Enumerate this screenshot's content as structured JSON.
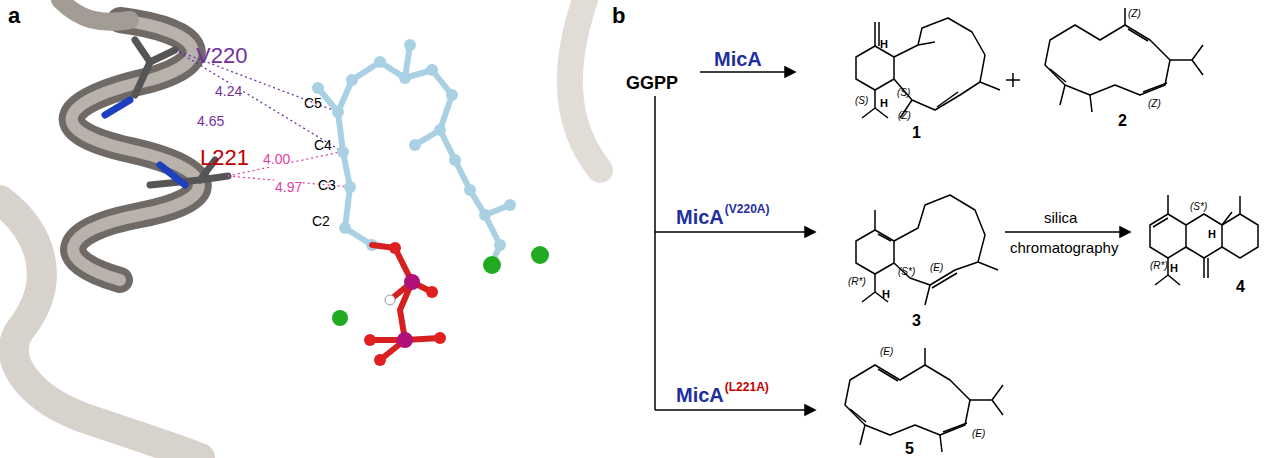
{
  "diagram": {
    "labels": [
      "a",
      "b",
      "V220",
      "4.24",
      "4.65",
      "L221",
      "4.00",
      "4.97",
      "C5",
      "C4",
      "C3",
      "C2",
      "GGPP",
      "MicA",
      "H",
      "(S)",
      "H",
      "(S)",
      "(Z)",
      "1",
      "(Z)",
      "(Z)",
      "2",
      "MicA",
      "(V220A)",
      "(R*)",
      "(S*)",
      "H",
      "(E)",
      "3",
      "silica",
      "chromatography",
      "(R*)",
      "(S*)",
      "H",
      "H",
      "4",
      "MicA",
      "(L221A)",
      "(E)",
      "(E)",
      "5"
    ]
  }
}
